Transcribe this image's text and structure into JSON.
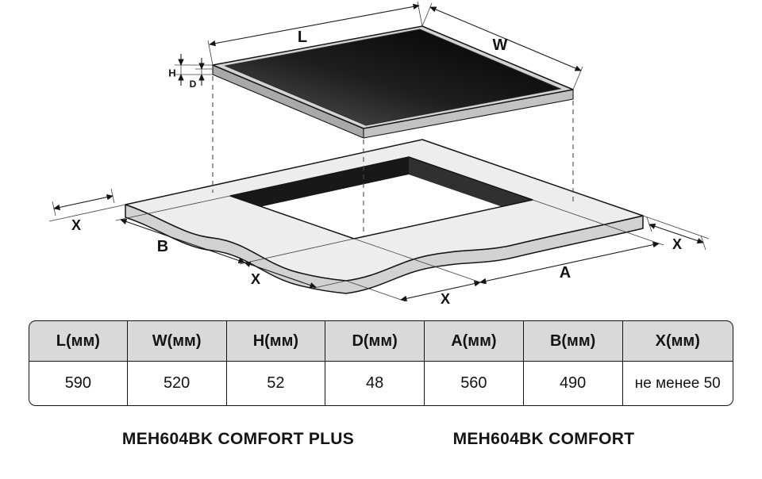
{
  "diagram": {
    "dim_labels": {
      "L": "L",
      "W": "W",
      "H": "H",
      "D": "D",
      "A": "A",
      "B": "B",
      "X": "X"
    }
  },
  "table": {
    "headers": [
      "L(мм)",
      "W(мм)",
      "H(мм)",
      "D(мм)",
      "A(мм)",
      "B(мм)",
      "X(мм)"
    ],
    "values": [
      "590",
      "520",
      "52",
      "48",
      "560",
      "490",
      "не менее 50"
    ]
  },
  "models": {
    "left": "MEH604BK COMFORT PLUS",
    "right": "MEH604BK COMFORT"
  },
  "colors": {
    "table_header_bg": "#d9d9d9",
    "glass_dark": "#0a0a0a",
    "frame_gray": "#d4d4d4"
  }
}
